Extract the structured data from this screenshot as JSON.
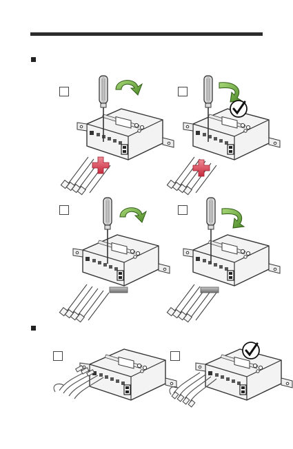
{
  "sections": [
    {
      "bullet_label": "",
      "panels": [
        {
          "checkbox_label": "",
          "screw_direction": "counter-clockwise",
          "terminal": "positive",
          "verified": false
        },
        {
          "checkbox_label": "",
          "screw_direction": "clockwise",
          "terminal": "positive",
          "verified": true
        },
        {
          "checkbox_label": "",
          "screw_direction": "counter-clockwise",
          "terminal": "negative",
          "verified": false
        },
        {
          "checkbox_label": "",
          "screw_direction": "clockwise",
          "terminal": "negative",
          "verified": false
        }
      ]
    },
    {
      "bullet_label": "",
      "panels": [
        {
          "checkbox_label": "",
          "cable_bundle": "bent",
          "verified": false
        },
        {
          "checkbox_label": "",
          "cable_bundle": "routed",
          "verified": true
        }
      ]
    }
  ],
  "colors": {
    "accent_green": "#7ab648",
    "positive_red": "#d6404f",
    "negative_gray": "#8a8a8a",
    "rule": "#2c2c2c"
  }
}
